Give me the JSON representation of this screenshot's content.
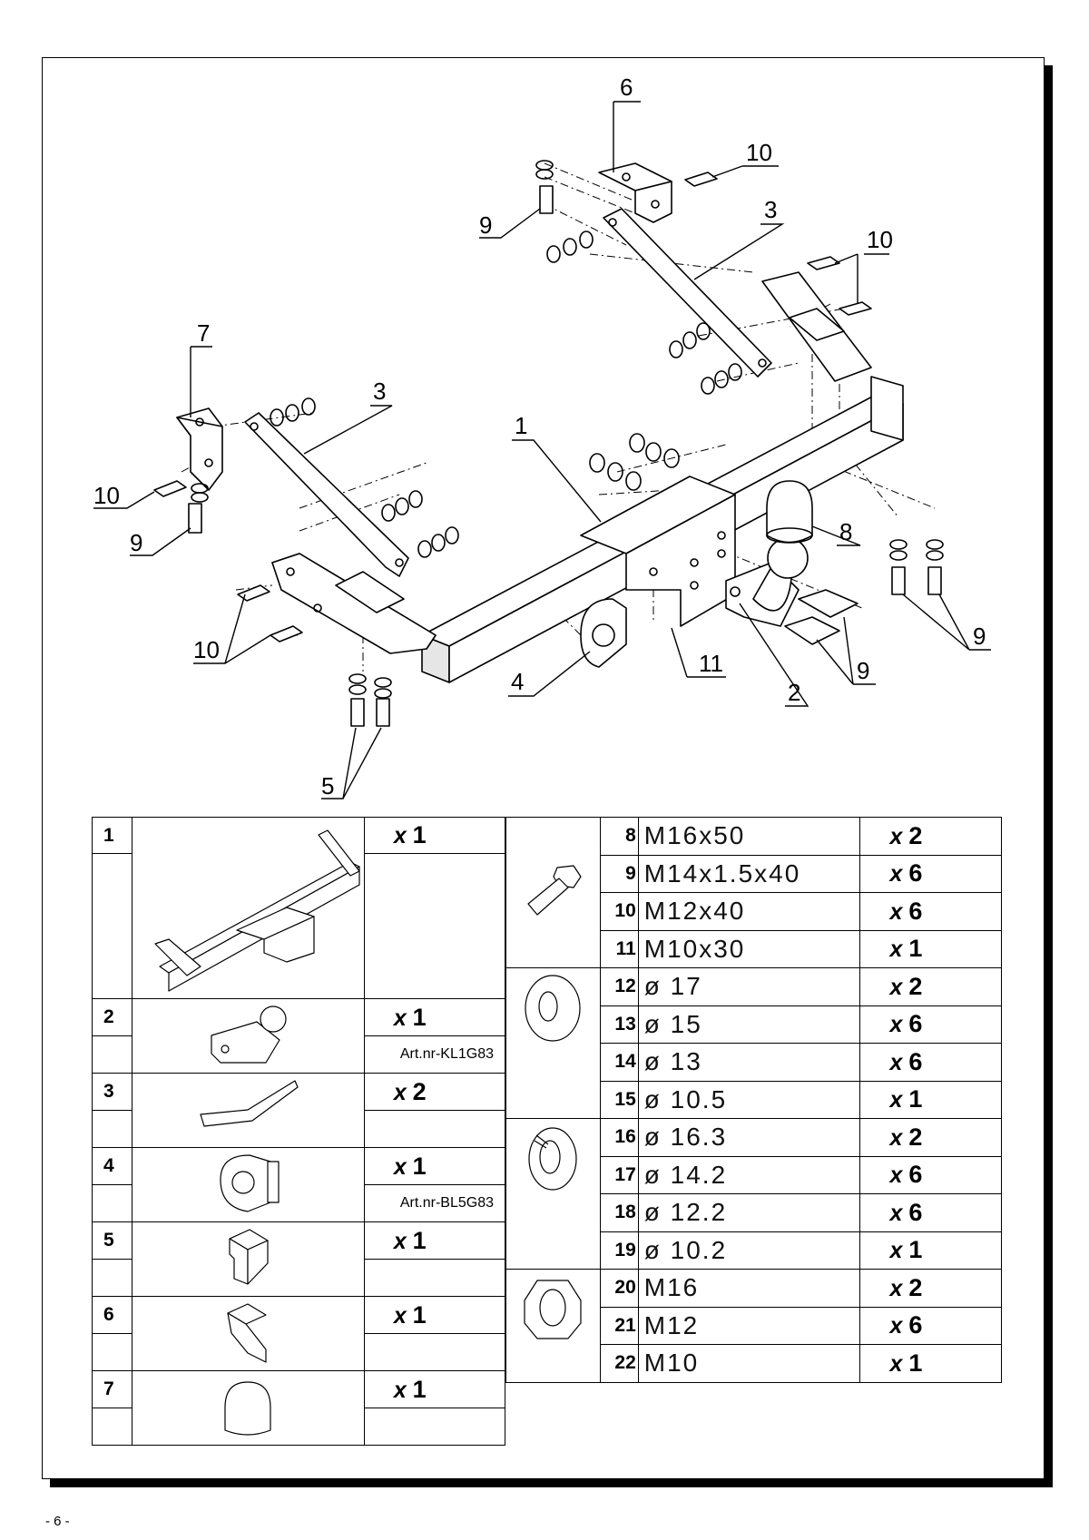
{
  "diagram": {
    "callouts": [
      "1",
      "2",
      "3",
      "3",
      "4",
      "5",
      "6",
      "7",
      "8",
      "9",
      "9",
      "9",
      "9",
      "10",
      "10",
      "10",
      "10",
      "11"
    ]
  },
  "parts": [
    {
      "num": "1",
      "qty": "x",
      "qty_num": "1",
      "art": ""
    },
    {
      "num": "2",
      "qty": "x",
      "qty_num": "1",
      "art": "Art.nr-KL1G83"
    },
    {
      "num": "3",
      "qty": "x",
      "qty_num": "2",
      "art": ""
    },
    {
      "num": "4",
      "qty": "x",
      "qty_num": "1",
      "art": "Art.nr-BL5G83"
    },
    {
      "num": "5",
      "qty": "x",
      "qty_num": "1",
      "art": ""
    },
    {
      "num": "6",
      "qty": "x",
      "qty_num": "1",
      "art": ""
    },
    {
      "num": "7",
      "qty": "x",
      "qty_num": "1",
      "art": ""
    }
  ],
  "hardware": [
    {
      "num": "8",
      "spec": "M16x50",
      "qty": "x",
      "qty_num": "2"
    },
    {
      "num": "9",
      "spec": "M14x1.5x40",
      "qty": "x",
      "qty_num": "6"
    },
    {
      "num": "10",
      "spec": "M12x40",
      "qty": "x",
      "qty_num": "6"
    },
    {
      "num": "11",
      "spec": "M10x30",
      "qty": "x",
      "qty_num": "1"
    },
    {
      "num": "12",
      "spec": "ø 17",
      "qty": "x",
      "qty_num": "2"
    },
    {
      "num": "13",
      "spec": "ø 15",
      "qty": "x",
      "qty_num": "6"
    },
    {
      "num": "14",
      "spec": "ø 13",
      "qty": "x",
      "qty_num": "6"
    },
    {
      "num": "15",
      "spec": "ø 10.5",
      "qty": "x",
      "qty_num": "1"
    },
    {
      "num": "16",
      "spec": "ø 16.3",
      "qty": "x",
      "qty_num": "2"
    },
    {
      "num": "17",
      "spec": "ø 14.2",
      "qty": "x",
      "qty_num": "6"
    },
    {
      "num": "18",
      "spec": "ø 12.2",
      "qty": "x",
      "qty_num": "6"
    },
    {
      "num": "19",
      "spec": "ø 10.2",
      "qty": "x",
      "qty_num": "1"
    },
    {
      "num": "20",
      "spec": "M16",
      "qty": "x",
      "qty_num": "2"
    },
    {
      "num": "21",
      "spec": "M12",
      "qty": "x",
      "qty_num": "6"
    },
    {
      "num": "22",
      "spec": "M10",
      "qty": "x",
      "qty_num": "1"
    }
  ],
  "page_number": "- 6 -"
}
